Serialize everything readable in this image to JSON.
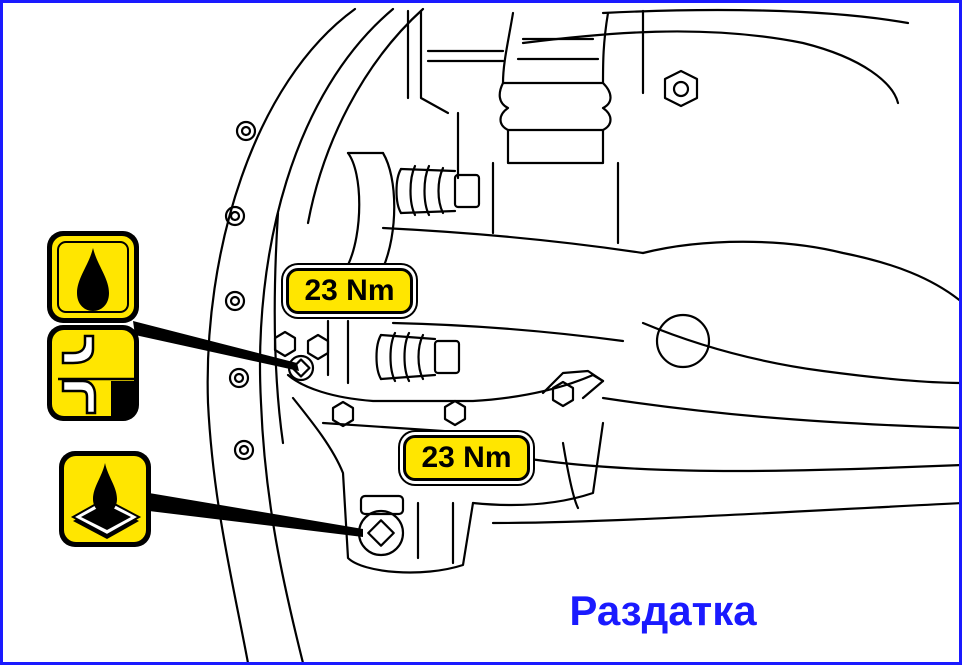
{
  "torque_labels": {
    "fill_plug": "23 Nm",
    "drain_plug": "23 Nm"
  },
  "caption": "Раздатка",
  "icons": {
    "fill_group": [
      "oil-drop-icon",
      "oil-level-check-icon"
    ],
    "drain": "oil-drain-icon"
  },
  "colors": {
    "frame": "#1a1aff",
    "caption": "#1a1aff",
    "label_fill": "#ffe600",
    "line": "#000000",
    "background": "#ffffff"
  }
}
